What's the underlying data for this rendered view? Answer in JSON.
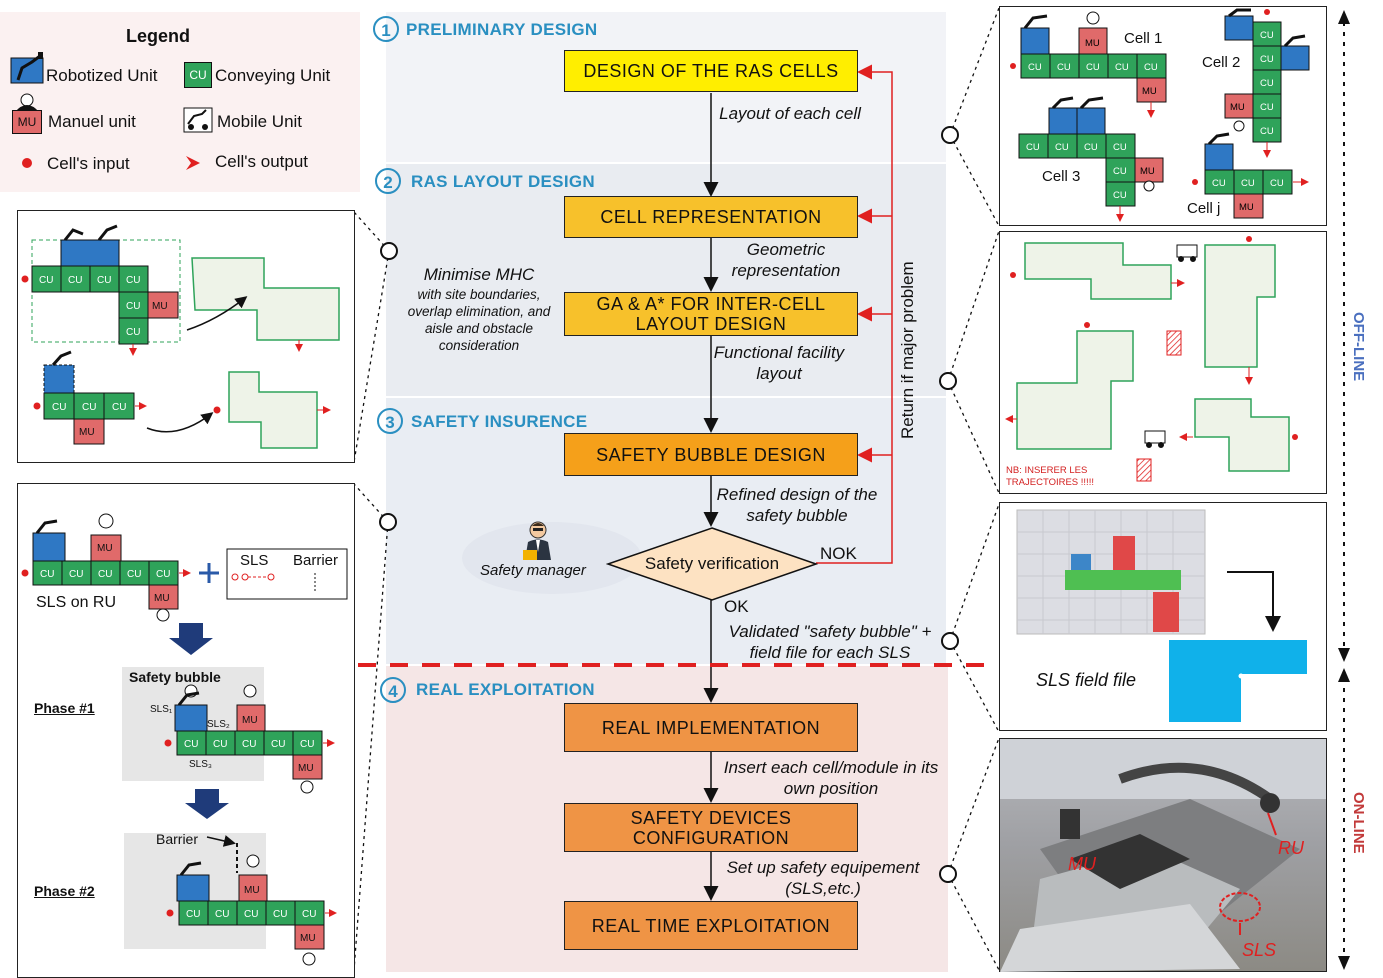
{
  "legend": {
    "title": "Legend",
    "robotized": "Robotized Unit",
    "conveying": "Conveying Unit",
    "manual": "Manuel unit",
    "mobile": "Mobile Unit",
    "input": "Cell's input",
    "output": "Cell's output",
    "cu": "CU",
    "mu": "MU"
  },
  "phases": [
    {
      "num": "1",
      "title": "PRELIMINARY DESIGN"
    },
    {
      "num": "2",
      "title": "RAS LAYOUT DESIGN"
    },
    {
      "num": "3",
      "title": "SAFETY INSURENCE"
    },
    {
      "num": "4",
      "title": "REAL EXPLOITATION"
    }
  ],
  "boxes": {
    "ras_cells": "DESIGN OF THE RAS CELLS",
    "cell_rep": "CELL REPRESENTATION",
    "ga": "GA & A* FOR INTER-CELL LAYOUT DESIGN",
    "bubble": "SAFETY BUBBLE DESIGN",
    "verify": "Safety verification",
    "real_impl": "REAL IMPLEMENTATION",
    "devices": "SAFETY DEVICES CONFIGURATION",
    "realtime": "REAL TIME EXPLOITATION"
  },
  "notes": {
    "layout_each_cell": "Layout of each cell",
    "geometric": "Geometric representation",
    "functional": "Functional facility layout",
    "refined": "Refined design of the safety bubble",
    "minimise_title": "Minimise MHC",
    "minimise_body": "with site boundaries, overlap elimination, and aisle and obstacle consideration",
    "nok": "NOK",
    "ok": "OK",
    "validated": "Validated \"safety bubble\" + field file for each SLS",
    "insert": "Insert each cell/module in its own position",
    "setup": "Set up safety equipement (SLS,etc.)",
    "return": "Return if major problem",
    "safety_manager": "Safety manager"
  },
  "right": {
    "cell1": "Cell 1",
    "cell2": "Cell 2",
    "cell3": "Cell 3",
    "cellj": "Cell j",
    "nb": "NB: INSERER LES TRAJECTOIRES !!!!!",
    "sls_field": "SLS field file",
    "photo_mu": "MU",
    "photo_ru": "RU",
    "photo_sls": "SLS"
  },
  "left": {
    "sls": "SLS",
    "barrier": "Barrier",
    "sls_on_ru": "SLS on RU",
    "safety_bubble": "Safety bubble",
    "phase1": "Phase #1",
    "phase2": "Phase #2",
    "barrier2": "Barrier",
    "sls1": "SLS₁",
    "sls2": "SLS₂",
    "sls3": "SLS₃"
  },
  "sidebar": {
    "offline": "OFF-LINE",
    "online": "ON-LINE"
  },
  "colors": {
    "accent": "#2a8fc1",
    "return_line": "#e02020",
    "cu": "#2fa35a",
    "mu": "#e06a6a",
    "ru": "#2f78c4",
    "yellow": "#ffee00",
    "gold": "#f7c12b",
    "orange": "#f5a01a",
    "salmon": "#ef9445"
  }
}
